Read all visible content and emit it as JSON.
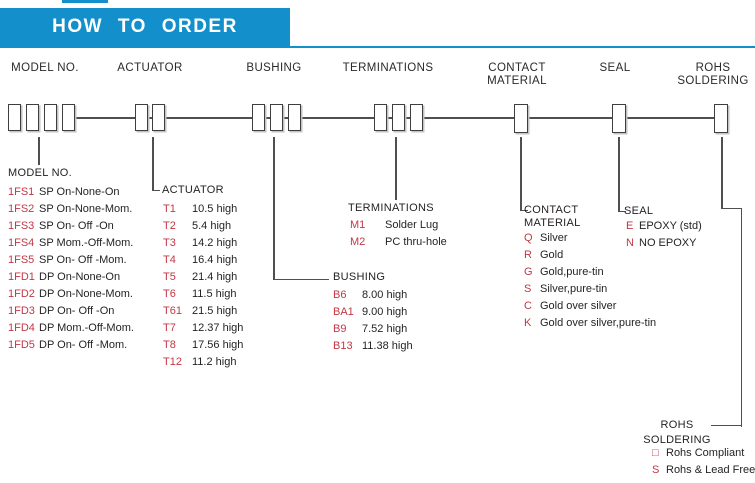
{
  "banner": {
    "title": "HOW TO ORDER"
  },
  "colors": {
    "accent_blue": "#1390cb",
    "code_red": "#c23744",
    "text_black": "#231f20",
    "line_gray": "#4f4f4f"
  },
  "headers": {
    "model": "MODEL NO.",
    "actuator": "ACTUATOR",
    "bushing": "BUSHING",
    "terminations": "TERMINATIONS",
    "contact_line1": "CONTACT",
    "contact_line2": "MATERIAL",
    "seal": "SEAL",
    "rohs_line1": "ROHS",
    "rohs_line2": "SOLDERING"
  },
  "model": {
    "title": "MODEL NO.",
    "items": [
      {
        "code": "1FS1",
        "desc": "SP On-None-On"
      },
      {
        "code": "1FS2",
        "desc": "SP On-None-Mom."
      },
      {
        "code": "1FS3",
        "desc": "SP On- Off -On"
      },
      {
        "code": "1FS4",
        "desc": "SP Mom.-Off-Mom."
      },
      {
        "code": "1FS5",
        "desc": "SP On- Off -Mom."
      },
      {
        "code": "1FD1",
        "desc": "DP On-None-On"
      },
      {
        "code": "1FD2",
        "desc": "DP On-None-Mom."
      },
      {
        "code": "1FD3",
        "desc": "DP On- Off -On"
      },
      {
        "code": "1FD4",
        "desc": "DP Mom.-Off-Mom."
      },
      {
        "code": "1FD5",
        "desc": "DP On- Off -Mom."
      }
    ]
  },
  "actuator": {
    "title": "ACTUATOR",
    "items": [
      {
        "code": "T1",
        "desc": "10.5 high"
      },
      {
        "code": "T2",
        "desc": "5.4 high"
      },
      {
        "code": "T3",
        "desc": "14.2 high"
      },
      {
        "code": "T4",
        "desc": "16.4 high"
      },
      {
        "code": "T5",
        "desc": "21.4 high"
      },
      {
        "code": "T6",
        "desc": "11.5 high"
      },
      {
        "code": "T61",
        "desc": "21.5 high"
      },
      {
        "code": "T7",
        "desc": "12.37 high"
      },
      {
        "code": "T8",
        "desc": "17.56 high"
      },
      {
        "code": "T12",
        "desc": "11.2 high"
      }
    ]
  },
  "bushing": {
    "title": "BUSHING",
    "items": [
      {
        "code": "B6",
        "desc": "8.00 high"
      },
      {
        "code": "BA1",
        "desc": "9.00 high"
      },
      {
        "code": "B9",
        "desc": "7.52 high"
      },
      {
        "code": "B13",
        "desc": "11.38 high"
      }
    ]
  },
  "terminations": {
    "title": "TERMINATIONS",
    "items": [
      {
        "code": "M1",
        "desc": "Solder Lug"
      },
      {
        "code": "M2",
        "desc": "PC thru-hole"
      }
    ]
  },
  "contact": {
    "title_line1": "CONTACT",
    "title_line2": "MATERIAL",
    "items": [
      {
        "code": "Q",
        "desc": "Silver"
      },
      {
        "code": "R",
        "desc": "Gold"
      },
      {
        "code": "G",
        "desc": "Gold,pure-tin"
      },
      {
        "code": "S",
        "desc": "Silver,pure-tin"
      },
      {
        "code": "C",
        "desc": "Gold over silver"
      },
      {
        "code": "K",
        "desc": "Gold over silver,pure-tin"
      }
    ]
  },
  "seal": {
    "title": "SEAL",
    "items": [
      {
        "code": "E",
        "desc": "EPOXY (std)"
      },
      {
        "code": "N",
        "desc": "NO EPOXY"
      }
    ]
  },
  "rohs": {
    "title_line1": "ROHS",
    "title_line2": "SOLDERING",
    "items": [
      {
        "code": "□",
        "desc": "Rohs Compliant"
      },
      {
        "code": "S",
        "desc": "Rohs & Lead Free"
      }
    ]
  }
}
